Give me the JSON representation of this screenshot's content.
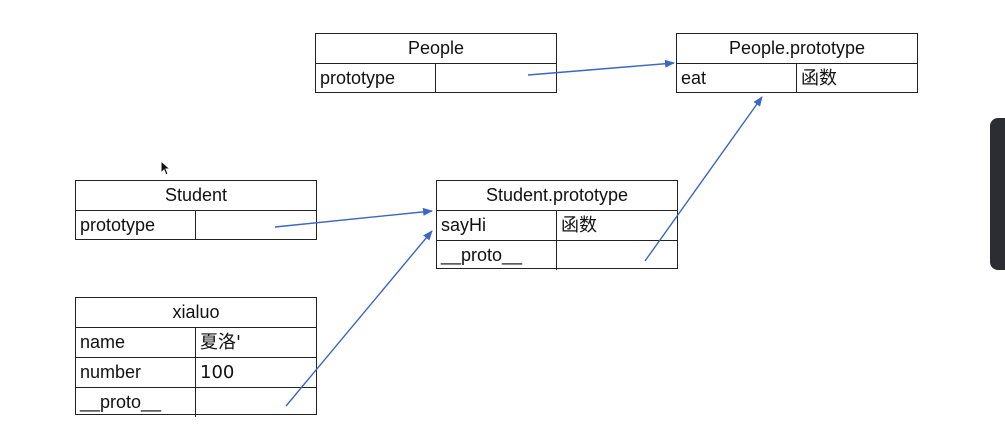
{
  "boxes": {
    "people": {
      "title": "People",
      "rows": [
        {
          "key": "prototype",
          "value": ""
        }
      ]
    },
    "people_prototype": {
      "title": "People.prototype",
      "rows": [
        {
          "key": "eat",
          "value": "函数"
        }
      ]
    },
    "student": {
      "title": "Student",
      "rows": [
        {
          "key": "prototype",
          "value": ""
        }
      ]
    },
    "student_prototype": {
      "title": "Student.prototype",
      "rows": [
        {
          "key": "sayHi",
          "value": "函数"
        },
        {
          "key": "__proto__",
          "value": ""
        }
      ]
    },
    "xialuo": {
      "title": "xialuo",
      "rows": [
        {
          "key": "name",
          "value": "夏洛'"
        },
        {
          "key": "number",
          "value": "100"
        },
        {
          "key": "__proto__",
          "value": ""
        }
      ]
    }
  },
  "colors": {
    "arrow": "#3a66c4",
    "border": "#222222",
    "side_panel": "#2b2d33"
  },
  "icons": {
    "cursor": "mouse-pointer-icon"
  }
}
